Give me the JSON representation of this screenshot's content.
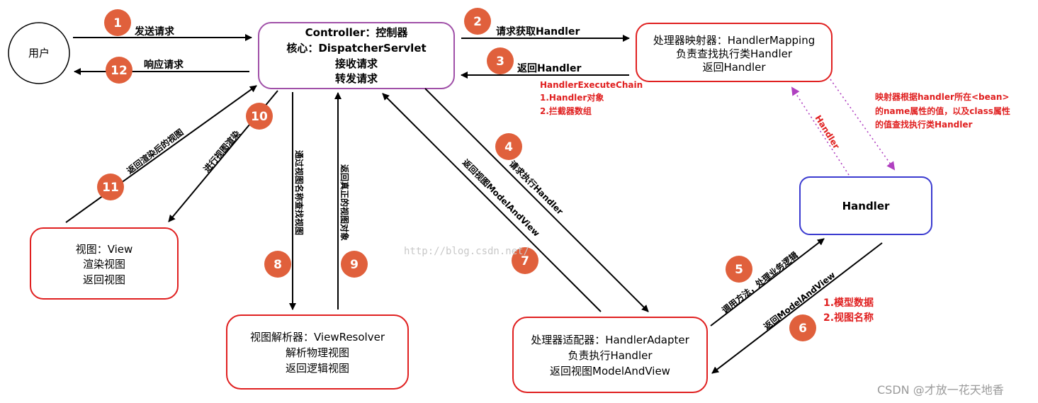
{
  "colors": {
    "step_circle": "#e0603c",
    "controller_border": "#a050a8",
    "red_border": "#e02020",
    "handler_border": "#3b3bd0",
    "annotation_red": "#e02020",
    "dotted_arrow": "#b040c0"
  },
  "nodes": {
    "user": {
      "label": "用户"
    },
    "controller": {
      "line1": "Controller：控制器",
      "line2": "核心：DispatcherServlet",
      "line3": "接收请求",
      "line4": "转发请求"
    },
    "mapping": {
      "line1": "处理器映射器：HandlerMapping",
      "line2": "负责查找执行类Handler",
      "line3": "返回Handler"
    },
    "handler": {
      "label": "Handler"
    },
    "adapter": {
      "line1": "处理器适配器：HandlerAdapter",
      "line2": "负责执行Handler",
      "line3": "返回视图ModelAndView"
    },
    "resolver": {
      "line1": "视图解析器：ViewResolver",
      "line2": "解析物理视图",
      "line3": "返回逻辑视图"
    },
    "view": {
      "line1": "视图：View",
      "line2": "渲染视图",
      "line3": "返回视图"
    }
  },
  "steps": [
    "1",
    "2",
    "3",
    "4",
    "5",
    "6",
    "7",
    "8",
    "9",
    "10",
    "11",
    "12"
  ],
  "labels": {
    "send_request": "发送请求",
    "respond_request": "响应请求",
    "request_handler": "请求获取Handler",
    "return_handler": "返回Handler",
    "request_execute": "请求执行Handler",
    "call_method": "调用方法，处理业务逻辑",
    "return_mav": "返回ModelAndView",
    "return_view_mav": "返回视图ModelAndView",
    "find_view": "通过视图名称查找视图",
    "return_real_view": "返回真正的视图对象",
    "render_view": "进行视图渲染",
    "return_rendered": "返回渲染后的视图",
    "handler_dotted": "Handler"
  },
  "annotations": {
    "chain_title": "HandlerExecuteChain",
    "chain_item1": "1.Handler对象",
    "chain_item2": "2.拦截器数组",
    "mapping_note1": "映射器根据handler所在<bean>",
    "mapping_note2": "的name属性的值，以及class属性",
    "mapping_note3": "的值查找执行类Handler",
    "mav_item1": "1.模型数据",
    "mav_item2": "2.视图名称"
  },
  "watermark": "http://blog.csdn.net/",
  "credit": "CSDN @才放一花天地香"
}
